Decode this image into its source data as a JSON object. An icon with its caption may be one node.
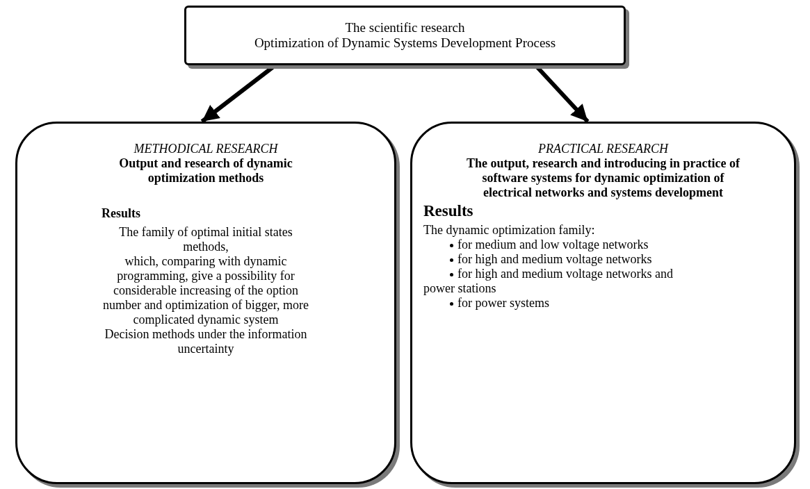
{
  "diagram": {
    "nodes": [
      {
        "text": [
          "The scientific research",
          "Optimization of Dynamic Systems Development Process"
        ]
      },
      {
        "text": [
          "METHODICAL RESEARCH",
          "Output and research of dynamic optimization methods",
          "Results",
          "The family of optimal initial states methods,",
          "which, comparing with dynamic programming, give a possibility for considerable increasing of the option number and optimization of bigger, more complicated dynamic system",
          "Decision methods under the information uncertainty"
        ]
      },
      {
        "text": [
          "PRACTICAL RESEARCH",
          "The output, research and introducing in practice of software systems for dynamic optimization of electrical networks and systems development",
          "Results",
          "The dynamic optimization family:",
          "for medium and low voltage networks",
          "for high and medium voltage networks",
          "for high and medium voltage networks and power stations",
          "for power systems"
        ]
      }
    ],
    "edges": [
      {
        "from": 0,
        "to": 1,
        "arrow": "to"
      },
      {
        "from": 0,
        "to": 2,
        "arrow": "to"
      }
    ]
  }
}
